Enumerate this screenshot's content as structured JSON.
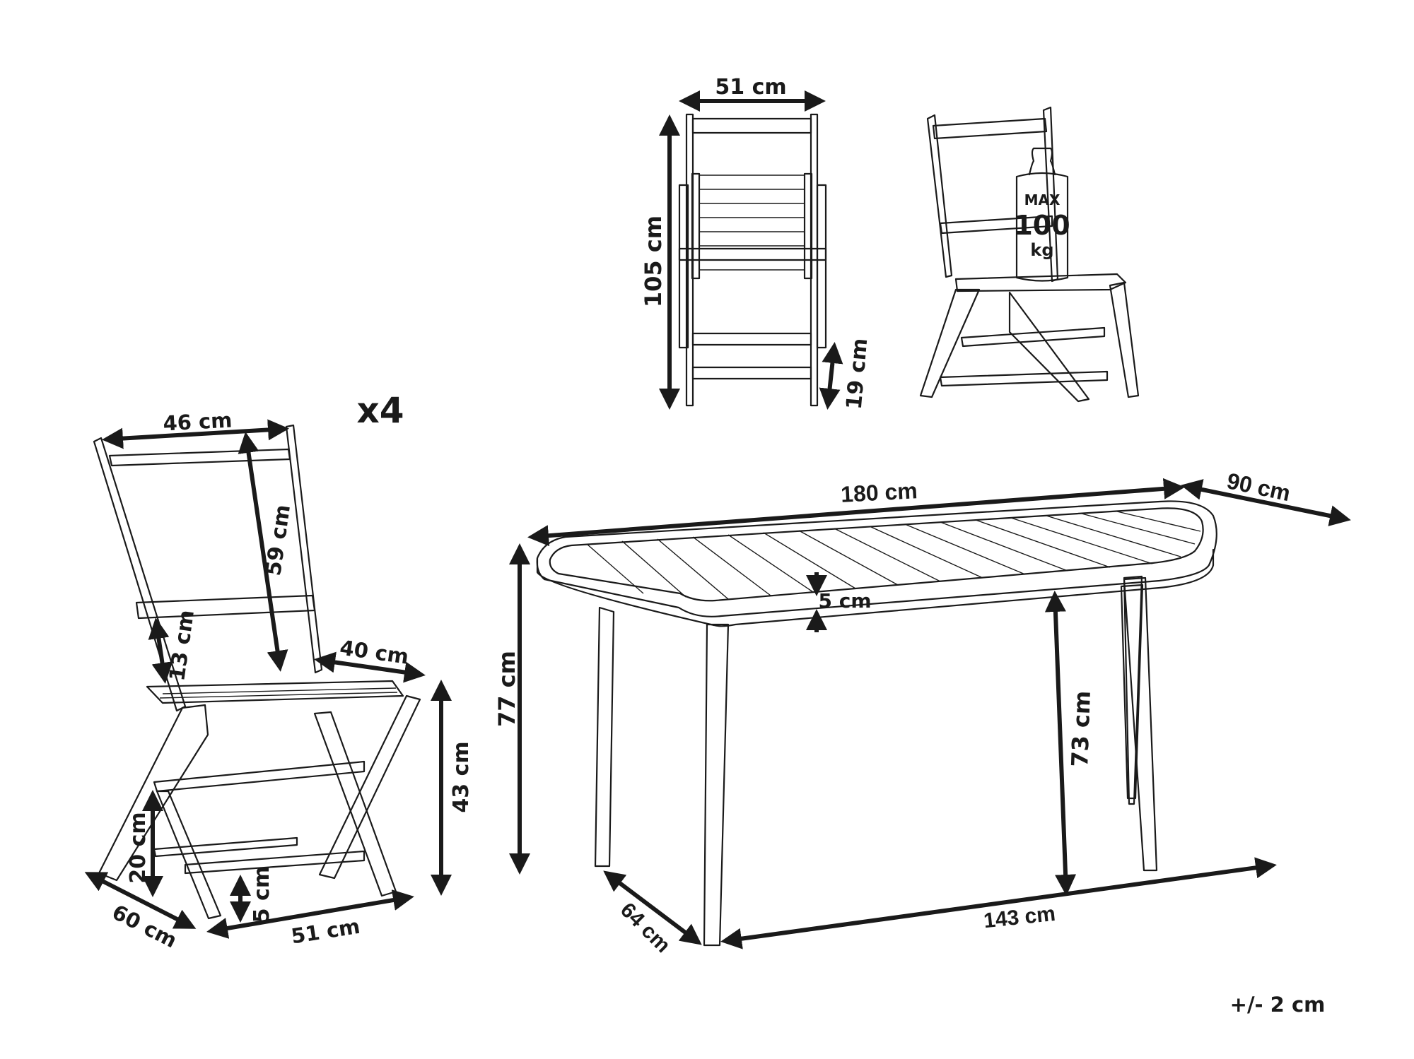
{
  "diagram": {
    "quantity_label": "x4",
    "tolerance_note": "+/- 2 cm",
    "chair_front_view": {
      "width": "51 cm",
      "height": "105 cm",
      "footrest_height": "19 cm"
    },
    "chair_load_view": {
      "weight_line1": "MAX",
      "weight_line2": "100",
      "weight_line3": "kg"
    },
    "chair_side_view": {
      "backrest_width": "46 cm",
      "backrest_height": "59 cm",
      "backrest_gap": "13 cm",
      "seat_depth": "40 cm",
      "seat_height": "43 cm",
      "lower_rail_height": "20 cm",
      "bottom_rail_height": "5 cm",
      "depth": "60 cm",
      "width": "51 cm"
    },
    "table": {
      "length": "180 cm",
      "width": "90 cm",
      "top_thickness": "5 cm",
      "height": "77 cm",
      "clearance_height": "73 cm",
      "leg_span_length": "143 cm",
      "leg_span_width": "64 cm"
    }
  }
}
